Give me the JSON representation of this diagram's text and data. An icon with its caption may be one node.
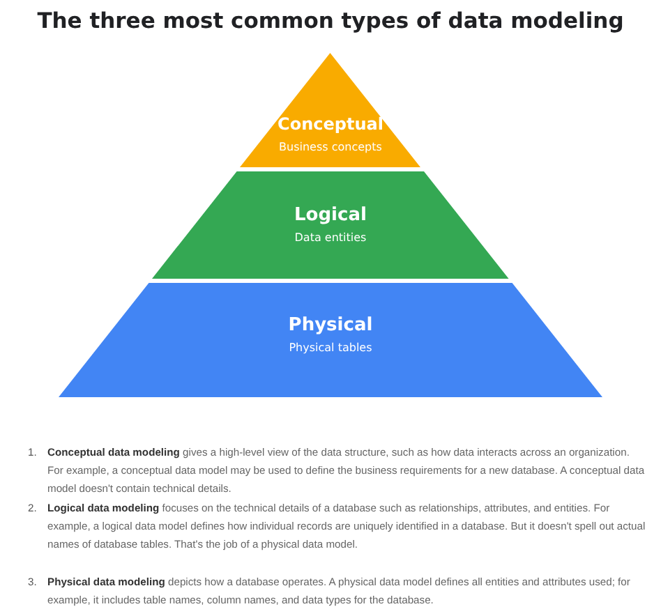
{
  "diagram": {
    "title": "The three most common types of data modeling",
    "nodes": [
      {
        "text": [
          "Conceptual",
          "Business concepts"
        ]
      },
      {
        "text": [
          "Logical",
          "Data entities"
        ]
      },
      {
        "text": [
          "Physical",
          "Physical tables"
        ]
      }
    ],
    "labels": [
      "1.",
      "**Conceptual data modeling** gives a high-level view of the data structure, such as how data interacts across an organization. For example, a conceptual data model may be used to define the business requirements for a new database. A conceptual data model doesn't contain technical details.",
      "2.",
      "**Logical data modeling** focuses on the technical details of a database such as relationships, attributes, and entities. For example, a logical data model defines how individual records are uniquely identified in a database. But it doesn't spell out actual names of database tables. That's the job of a physical data model.",
      "3.",
      "**Physical data modeling** depicts how a database operates. A physical data model defines all entities and attributes used; for example, it includes table names, column names, and data types for the database."
    ]
  }
}
